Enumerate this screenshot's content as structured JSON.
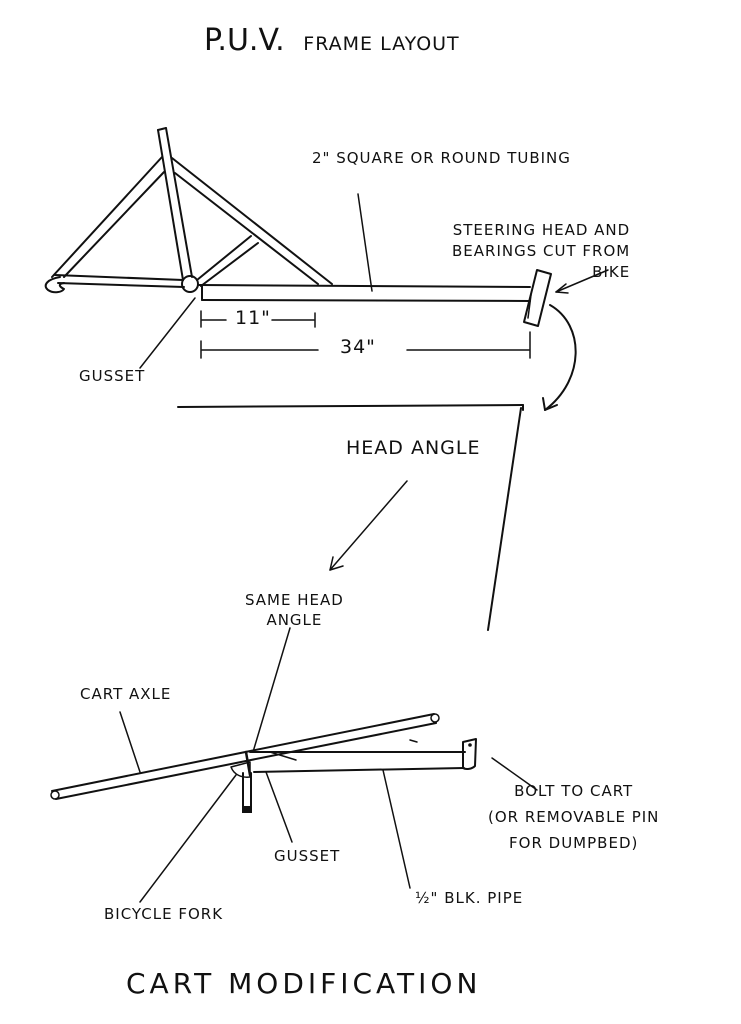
{
  "title": {
    "prefix": "P.U.V.",
    "rest": "Frame Layout"
  },
  "frame_labels": {
    "tubing": "2\" Square or Round Tubing",
    "steering": "Steering Head and\nBearings Cut From\nBike",
    "gusset": "Gusset",
    "dim_short": "11\"",
    "dim_long": "34\"",
    "head_angle": "Head Angle"
  },
  "cart_labels": {
    "same_head_angle": "Same Head\nAngle",
    "cart_axle": "Cart Axle",
    "bolt": "Bolt to Cart\n(or Removable Pin\nfor Dumpbed)",
    "gusset": "Gusset",
    "pipe": "½\" Blk. Pipe",
    "fork": "Bicycle Fork"
  },
  "footer": {
    "caption": "Cart Modification"
  },
  "colors": {
    "ink": "#111111",
    "paper": "#ffffff"
  }
}
